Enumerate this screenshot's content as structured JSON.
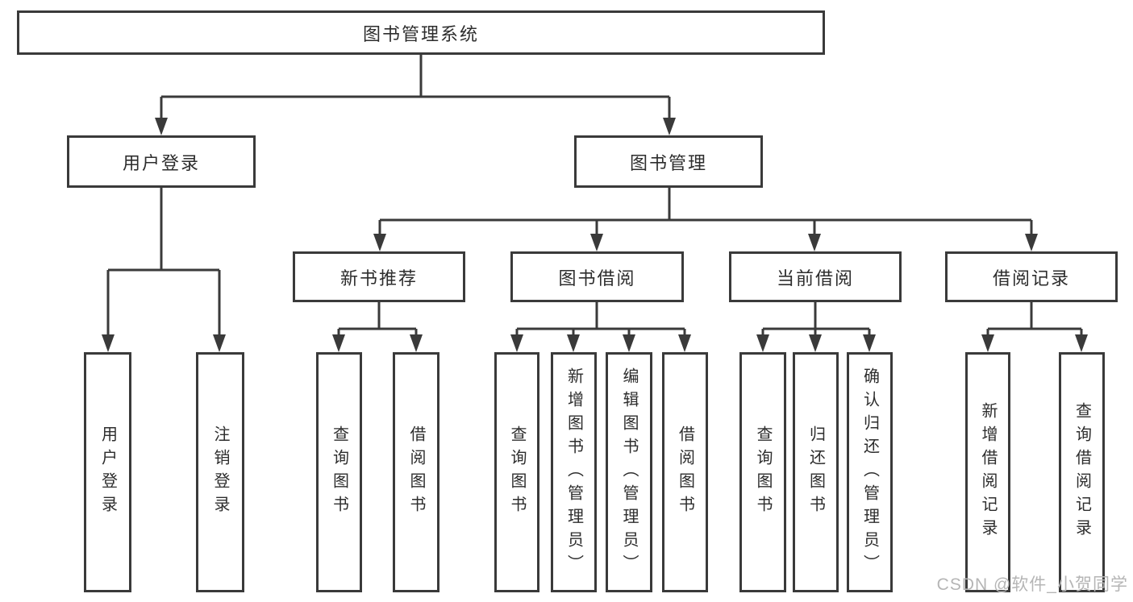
{
  "tree": {
    "label": "图书管理系统",
    "children": [
      {
        "label": "用户登录",
        "children": [
          {
            "label": "用户登录"
          },
          {
            "label": "注销登录"
          }
        ]
      },
      {
        "label": "图书管理",
        "children": [
          {
            "label": "新书推荐",
            "children": [
              {
                "label": "查询图书"
              },
              {
                "label": "借阅图书"
              }
            ]
          },
          {
            "label": "图书借阅",
            "children": [
              {
                "label": "查询图书"
              },
              {
                "label": "新增图书（管理员）"
              },
              {
                "label": "编辑图书（管理员）"
              },
              {
                "label": "借阅图书"
              }
            ]
          },
          {
            "label": "当前借阅",
            "children": [
              {
                "label": "查询图书"
              },
              {
                "label": "归还图书"
              },
              {
                "label": "确认归还（管理员）"
              }
            ]
          },
          {
            "label": "借阅记录",
            "children": [
              {
                "label": "新增借阅记录"
              },
              {
                "label": "查询借阅记录"
              }
            ]
          }
        ]
      }
    ]
  },
  "watermark": "CSDN @软件_小贺同学",
  "colors": {
    "line": "#3a3a3a",
    "text": "#2d2d2d",
    "background": "#ffffff",
    "watermark": "#b5b5b5"
  }
}
